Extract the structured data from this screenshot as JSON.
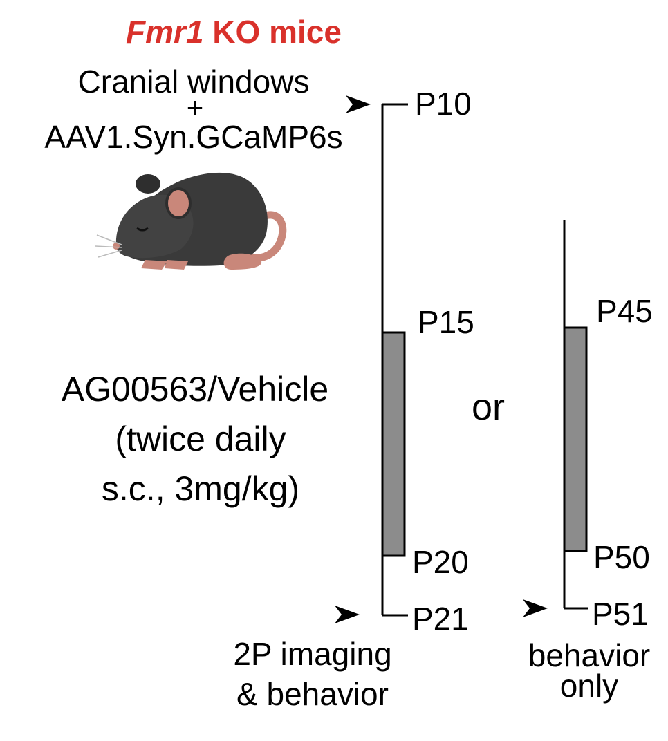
{
  "title": {
    "gene": "Fmr1",
    "rest": " KO mice",
    "color": "#d9312b"
  },
  "surgery": {
    "line1": "Cranial windows",
    "plus": "+",
    "line2": "AAV1.Syn.GCaMP6s"
  },
  "treatment": {
    "line1": "AG00563/Vehicle",
    "line2": "(twice daily",
    "line3": "s.c., 3mg/kg)"
  },
  "or_label": "or",
  "timeline_young": {
    "start": "P10",
    "treat_start": "P15",
    "treat_end": "P20",
    "end": "P21",
    "outcome_line1": "2P imaging",
    "outcome_line2": "& behavior"
  },
  "timeline_adult": {
    "treat_start": "P45",
    "treat_end": "P50",
    "end": "P51",
    "outcome_line1": "behavior",
    "outcome_line2": "only"
  },
  "colors": {
    "text": "#000000",
    "bar_fill": "#8c8c8c",
    "mouse_body": "#3a3a3a",
    "mouse_pink": "#c9877a"
  }
}
